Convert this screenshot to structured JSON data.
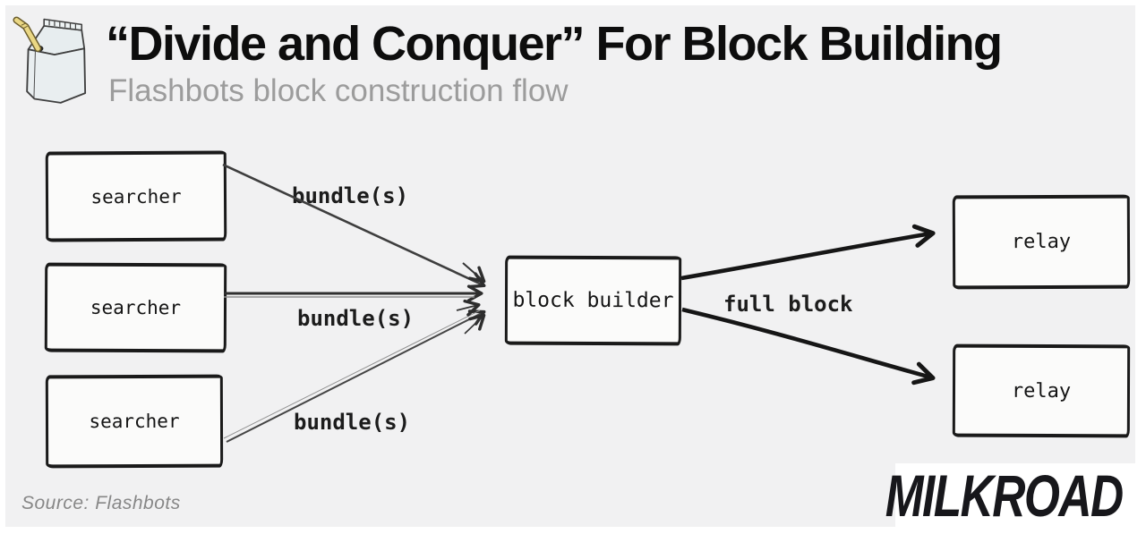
{
  "header": {
    "title": "“Divide and Conquer” For Block Building",
    "subtitle": "Flashbots block construction flow",
    "logo": "milk-carton-with-straw"
  },
  "diagram": {
    "nodes": [
      {
        "id": "searcher-1",
        "label": "searcher"
      },
      {
        "id": "searcher-2",
        "label": "searcher"
      },
      {
        "id": "searcher-3",
        "label": "searcher"
      },
      {
        "id": "block-builder",
        "label": "block builder"
      },
      {
        "id": "relay-1",
        "label": "relay"
      },
      {
        "id": "relay-2",
        "label": "relay"
      }
    ],
    "edges": [
      {
        "from": "searcher-1",
        "to": "block-builder",
        "label": "bundle(s)"
      },
      {
        "from": "searcher-2",
        "to": "block-builder",
        "label": "bundle(s)"
      },
      {
        "from": "searcher-3",
        "to": "block-builder",
        "label": "bundle(s)"
      },
      {
        "from": "block-builder",
        "to": "relay-1",
        "label": "full block",
        "label_shared": true
      },
      {
        "from": "block-builder",
        "to": "relay-2",
        "label": "full block",
        "label_shared": true
      }
    ]
  },
  "footer": {
    "source": "Source: Flashbots",
    "brand": "MILKROAD"
  },
  "colors": {
    "canvas_background": "#f1f1f2",
    "ink": "#1a1a1a",
    "node_fill": "#fbfbfa",
    "subtitle_gray": "#9c9c9c",
    "source_gray": "#878787",
    "carton_fill": "#e7edef",
    "straw_yellow": "#ead784"
  }
}
